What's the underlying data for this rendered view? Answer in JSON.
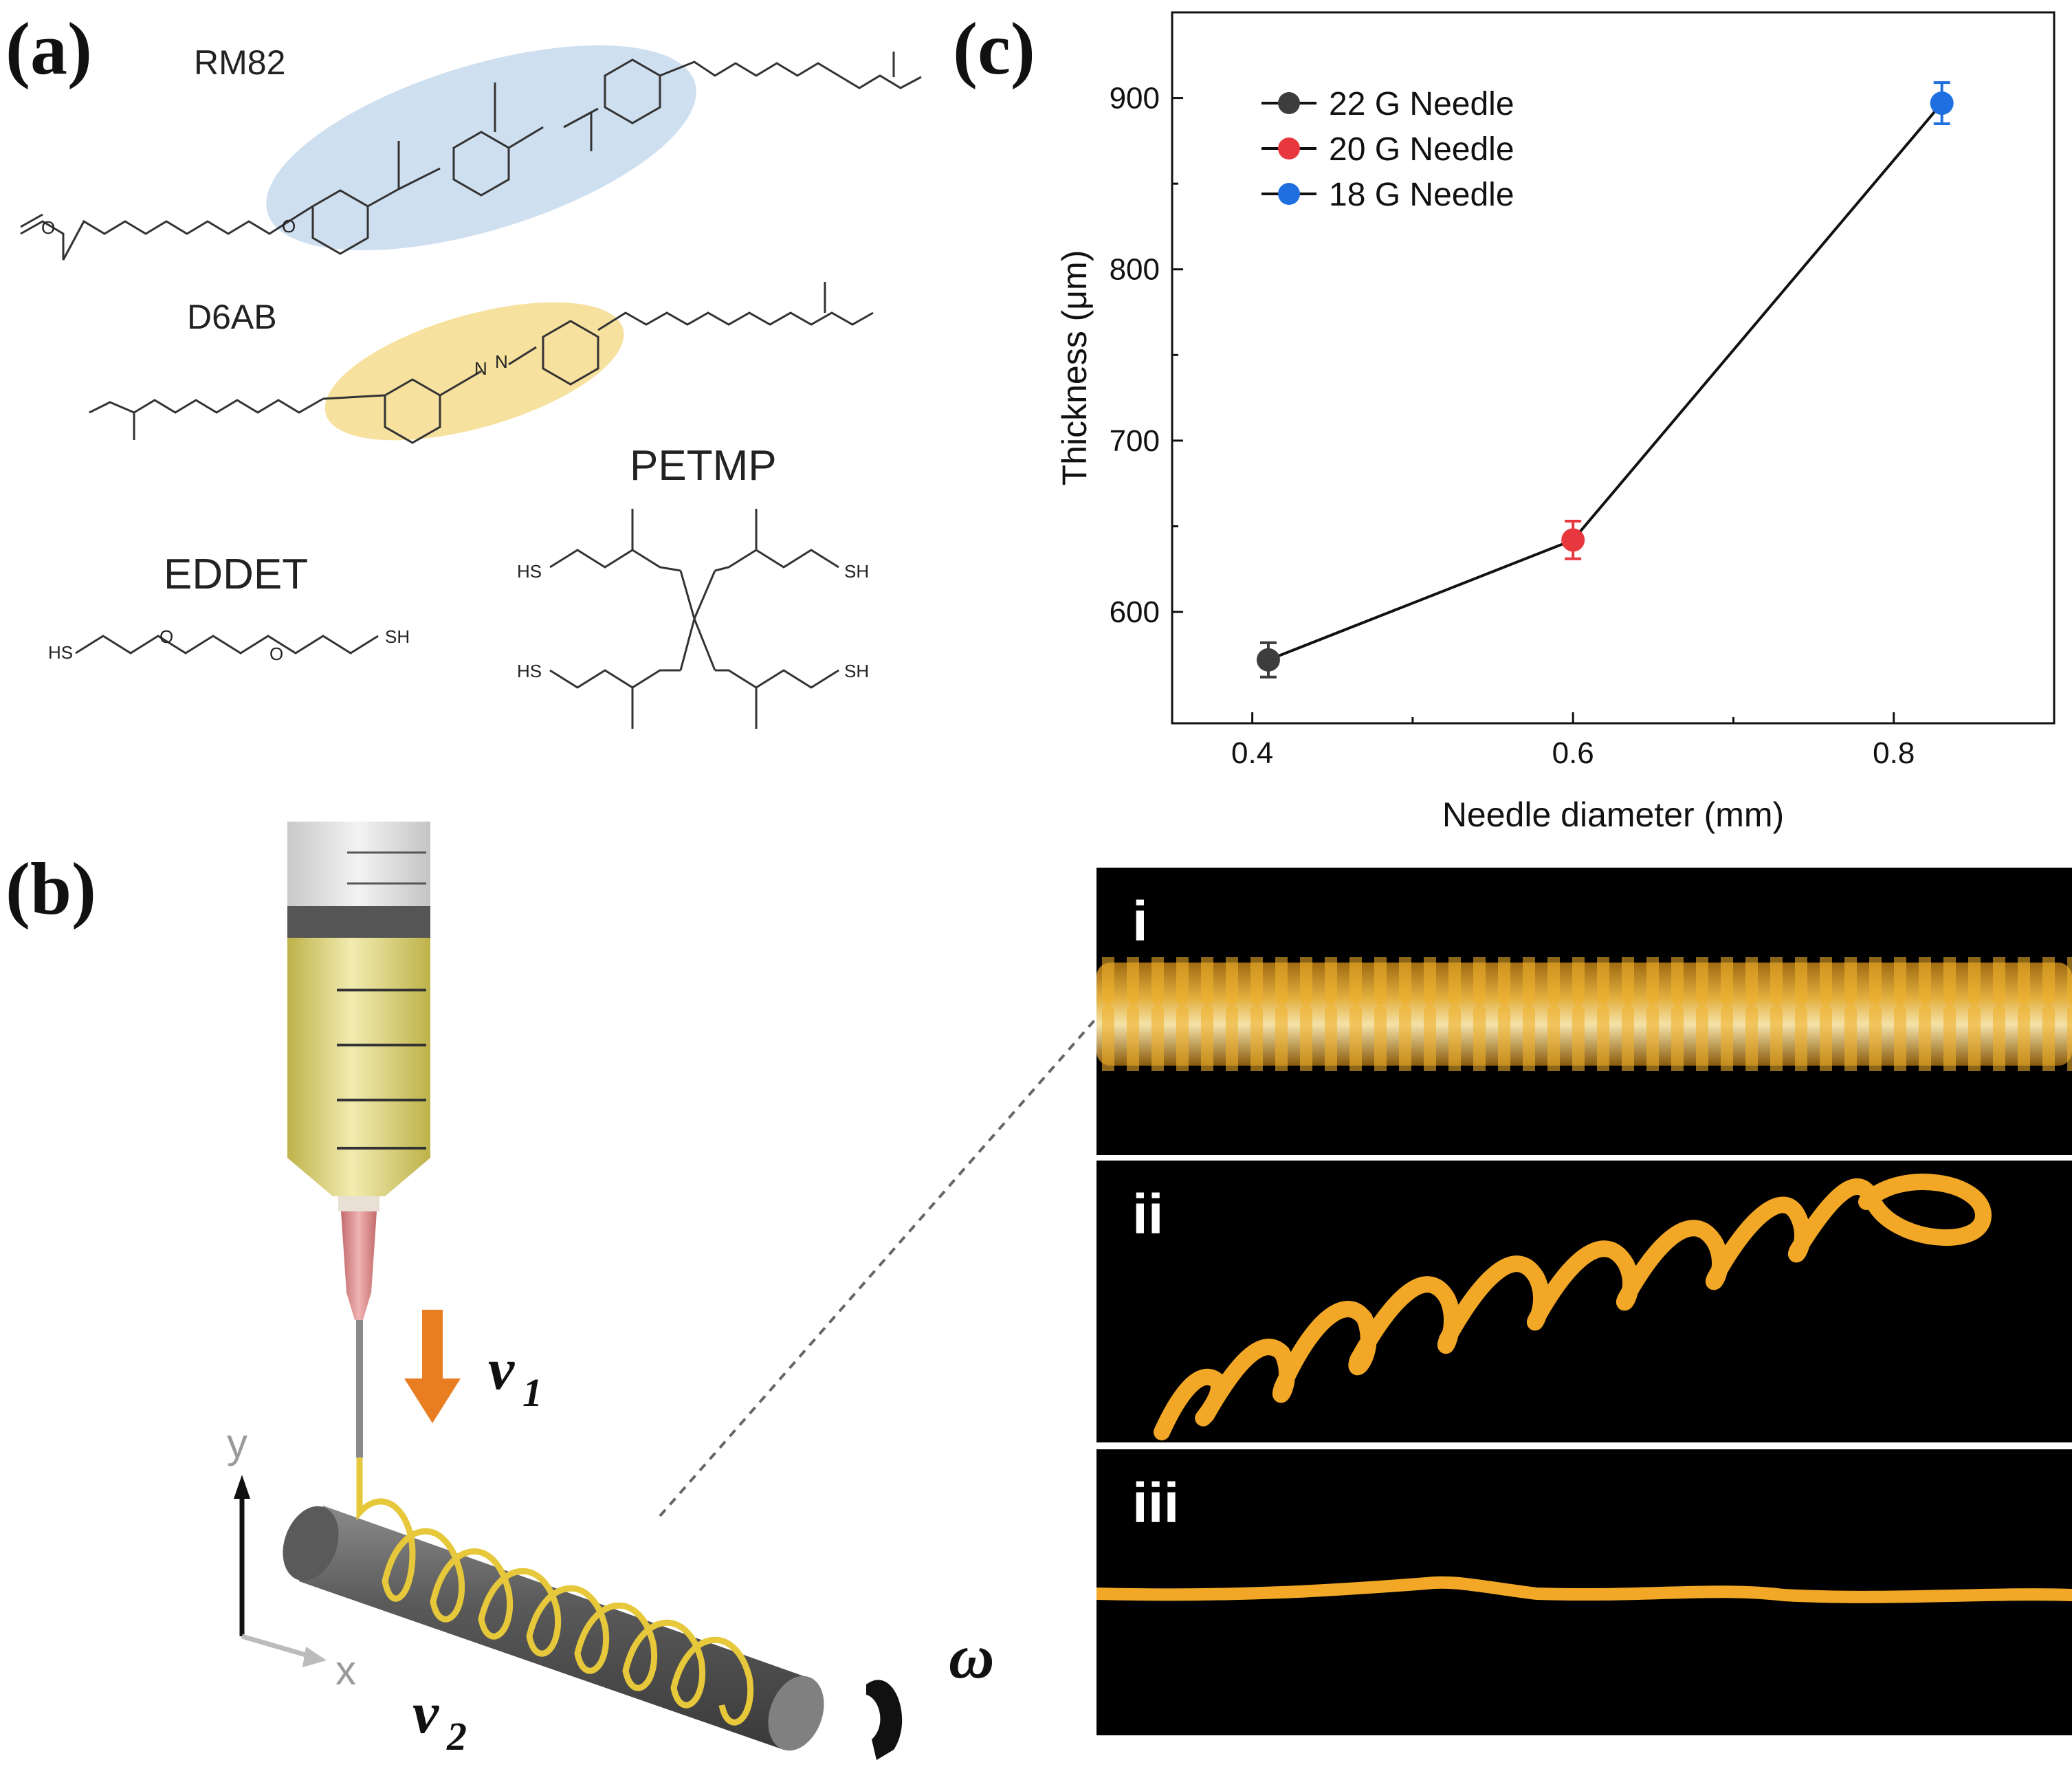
{
  "panels": {
    "a": {
      "label": "(a)"
    },
    "b": {
      "label": "(b)"
    },
    "c": {
      "label": "(c)"
    }
  },
  "molecules": {
    "rm82": "RM82",
    "d6ab": "D6AB",
    "eddet": "EDDET",
    "petmp": "PETMP",
    "atoms": {
      "o": "O",
      "n": "N",
      "sh": "SH",
      "hs": "HS"
    }
  },
  "schematic": {
    "v1": "v",
    "v1_sub": "1",
    "v2": "v",
    "v2_sub": "2",
    "omega": "ω",
    "axis_x": "x",
    "axis_y": "y",
    "colors": {
      "ink": "#e6c83a",
      "arrow": "#e87d22",
      "rod": "#5a5a5a"
    }
  },
  "photos": {
    "i": "i",
    "ii": "ii",
    "iii": "iii"
  },
  "chart_data": {
    "type": "line",
    "xlabel": "Needle diameter (mm)",
    "ylabel": "Thickness (μm)",
    "xlim": [
      0.35,
      0.9
    ],
    "ylim": [
      535,
      950
    ],
    "xticks": [
      0.4,
      0.6,
      0.8
    ],
    "yticks": [
      600,
      700,
      800,
      900
    ],
    "grid": false,
    "legend_position": "top-left",
    "series": [
      {
        "name": "22 G Needle",
        "x": 0.41,
        "y": 572,
        "err": 10,
        "color": "#3d3d3d"
      },
      {
        "name": "20 G Needle",
        "x": 0.6,
        "y": 642,
        "err": 11,
        "color": "#e8383d"
      },
      {
        "name": "18 G Needle",
        "x": 0.83,
        "y": 897,
        "err": 12,
        "color": "#1f6fe0"
      }
    ]
  }
}
